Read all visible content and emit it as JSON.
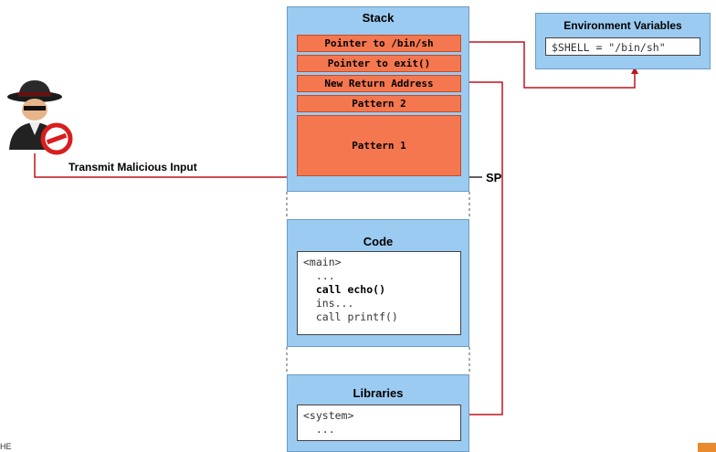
{
  "stack": {
    "title": "Stack",
    "slots": [
      "Pointer to /bin/sh",
      "Pointer to exit()",
      "New Return Address",
      "Pattern 2",
      "Pattern 1"
    ],
    "sp_label": "SP"
  },
  "code": {
    "title": "Code",
    "lines": [
      "<main>",
      "  ...",
      "  call echo()",
      "  ins...",
      "  call printf()"
    ]
  },
  "libraries": {
    "title": "Libraries",
    "lines": [
      "<system>",
      "  ..."
    ]
  },
  "env": {
    "title": "Environment Variables",
    "value": "$SHELL = \"/bin/sh\""
  },
  "attacker": {
    "label": "Transmit Malicious Input"
  },
  "footer": {
    "left_text": "HE"
  },
  "colors": {
    "panel": "#9ccbf2",
    "slot": "#f4774f",
    "arrow": "#c0141e"
  }
}
